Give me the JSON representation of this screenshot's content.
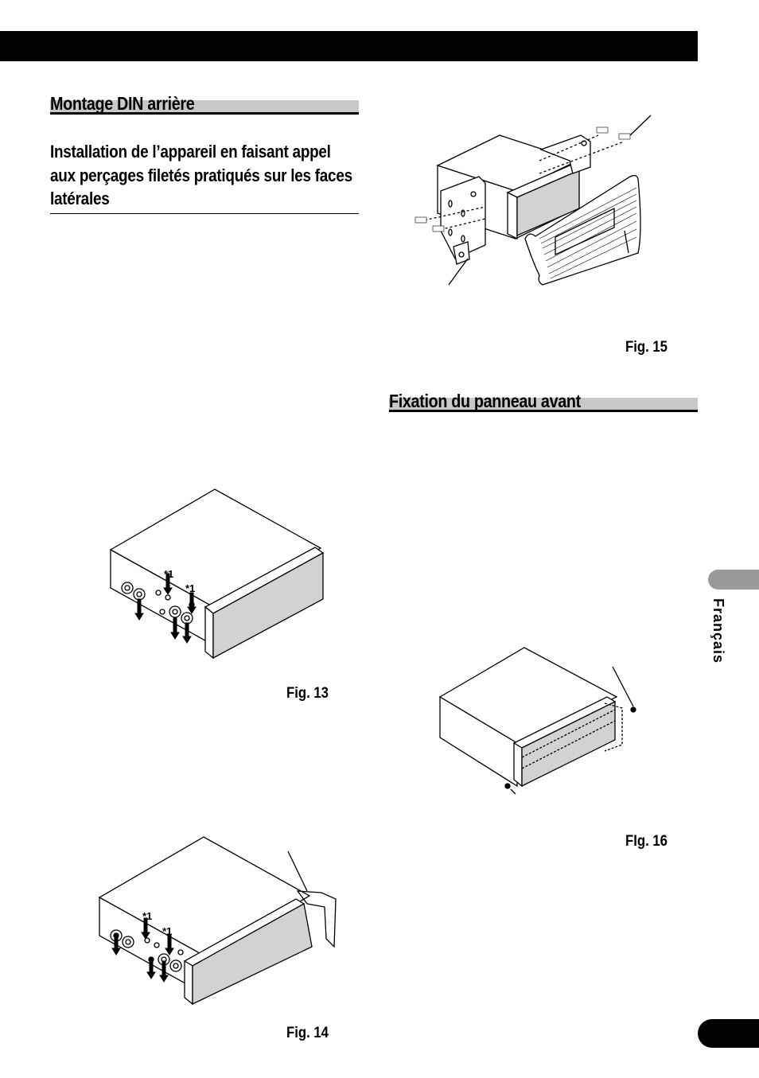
{
  "sections": {
    "left_title": "Montage DIN arrière",
    "left_subtitle": "Installation de l’appareil en faisant appel aux perçages filetés pratiqués sur les faces latérales",
    "right_title": "Fixation du panneau avant"
  },
  "figures": {
    "fig13": "Fig. 13",
    "fig14": "Fig. 14",
    "fig15": "Fig. 15",
    "fig16": "FIg. 16"
  },
  "callouts": {
    "star1": "*1"
  },
  "sidebar": {
    "language": "Français"
  }
}
